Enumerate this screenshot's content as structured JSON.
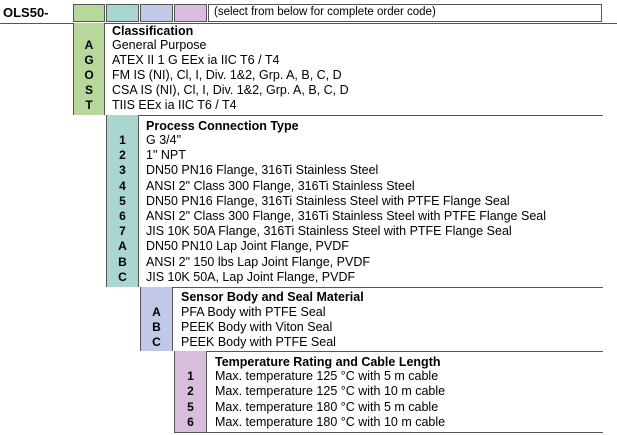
{
  "header": {
    "model": "OLS50-",
    "note": "(select from below for complete order code)"
  },
  "colors": {
    "classification": "#b7d89a",
    "process": "#a9d6cf",
    "sensor": "#c2c8e8",
    "temperature": "#d8bedc"
  },
  "classification": {
    "title": "Classification",
    "items": [
      {
        "code": "A",
        "label": "General Purpose"
      },
      {
        "code": "G",
        "label": "ATEX II 1 G EEx ia IIC T6 / T4"
      },
      {
        "code": "O",
        "label": "FM IS (NI), Cl, I, Div. 1&2, Grp. A, B, C, D"
      },
      {
        "code": "S",
        "label": "CSA IS (NI), Cl, I, Div. 1&2, Grp. A, B, C, D"
      },
      {
        "code": "T",
        "label": "TIIS EEx ia IIC T6 / T4"
      }
    ]
  },
  "process": {
    "title": "Process Connection Type",
    "items": [
      {
        "code": "1",
        "label": "G 3/4\""
      },
      {
        "code": "2",
        "label": "1\" NPT"
      },
      {
        "code": "3",
        "label": "DN50 PN16 Flange, 316Ti Stainless Steel"
      },
      {
        "code": "4",
        "label": "ANSI 2\" Class 300 Flange, 316Ti Stainless Steel"
      },
      {
        "code": "5",
        "label": "DN50 PN16 Flange, 316Ti Stainless Steel with PTFE Flange Seal"
      },
      {
        "code": "6",
        "label": "ANSI 2\" Class 300 Flange, 316Ti Stainless Steel with PTFE Flange Seal"
      },
      {
        "code": "7",
        "label": "JIS 10K 50A Flange, 316Ti Stainless Steel with PTFE Flange Seal"
      },
      {
        "code": "A",
        "label": "DN50 PN10 Lap Joint Flange, PVDF"
      },
      {
        "code": "B",
        "label": "ANSI 2\" 150 lbs Lap Joint Flange, PVDF"
      },
      {
        "code": "C",
        "label": "JIS 10K 50A, Lap Joint Flange, PVDF"
      }
    ]
  },
  "sensor": {
    "title": "Sensor Body and Seal Material",
    "items": [
      {
        "code": "A",
        "label": "PFA Body with PTFE Seal"
      },
      {
        "code": "B",
        "label": "PEEK Body with Viton Seal"
      },
      {
        "code": "C",
        "label": "PEEK Body with PTFE Seal"
      }
    ]
  },
  "temperature": {
    "title": "Temperature Rating and Cable Length",
    "items": [
      {
        "code": "1",
        "label": "Max. temperature 125 °C with 5 m cable"
      },
      {
        "code": "2",
        "label": "Max. temperature 125 °C with 10 m cable"
      },
      {
        "code": "5",
        "label": "Max. temperature 180 °C with 5 m cable"
      },
      {
        "code": "6",
        "label": "Max. temperature 180 °C with 10 m cable"
      }
    ]
  }
}
